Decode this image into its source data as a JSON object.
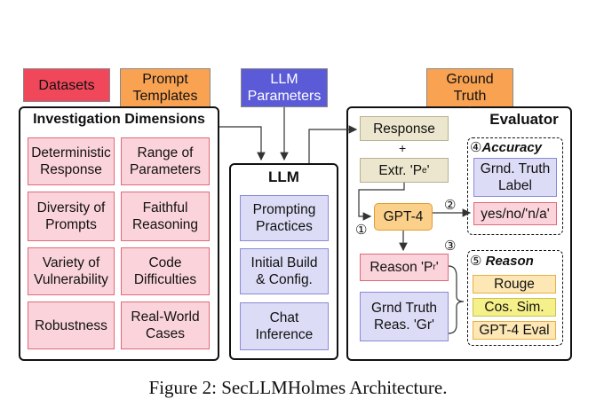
{
  "top_labels": {
    "datasets": "Datasets",
    "prompt_templates": "Prompt\nTemplates",
    "llm_parameters": "LLM\nParameters",
    "ground_truth": "Ground\nTruth"
  },
  "investigation": {
    "title": "Investigation Dimensions",
    "items": [
      "Deterministic\nResponse",
      "Range of\nParameters",
      "Diversity of\nPrompts",
      "Faithful\nReasoning",
      "Variety of\nVulnerability",
      "Code\nDifficulties",
      "Robustness",
      "Real-World\nCases"
    ]
  },
  "llm": {
    "title": "LLM",
    "items": [
      "Prompting\nPractices",
      "Initial Build\n& Config.",
      "Chat\nInference"
    ]
  },
  "evaluator": {
    "title": "Evaluator",
    "response": "Response",
    "plus": "+",
    "extr": "Extr. 'P",
    "extr_sub": "e",
    "gpt4": "GPT-4",
    "reason": "Reason 'P",
    "reason_sub": "r",
    "grnd_reas": "Grnd Truth\nReas. 'Gr'",
    "step1": "①",
    "step2": "②",
    "step3": "③",
    "step4": "④",
    "step5": "⑤",
    "accuracy_title": "Accuracy",
    "grnd_label": "Grnd. Truth\nLabel",
    "yes_no": "yes/no/'n/a'",
    "reason_title": "Reason",
    "rouge": "Rouge",
    "cos": "Cos. Sim.",
    "gpt4_eval": "GPT-4 Eval"
  },
  "caption": "Figure 2: SecLLMHolmes Architecture.",
  "colors": {
    "datasets": "#f0485a",
    "prompt_templates": "#f9a352",
    "llm_parameters": "#5b5bd8",
    "ground_truth": "#f9a352"
  }
}
